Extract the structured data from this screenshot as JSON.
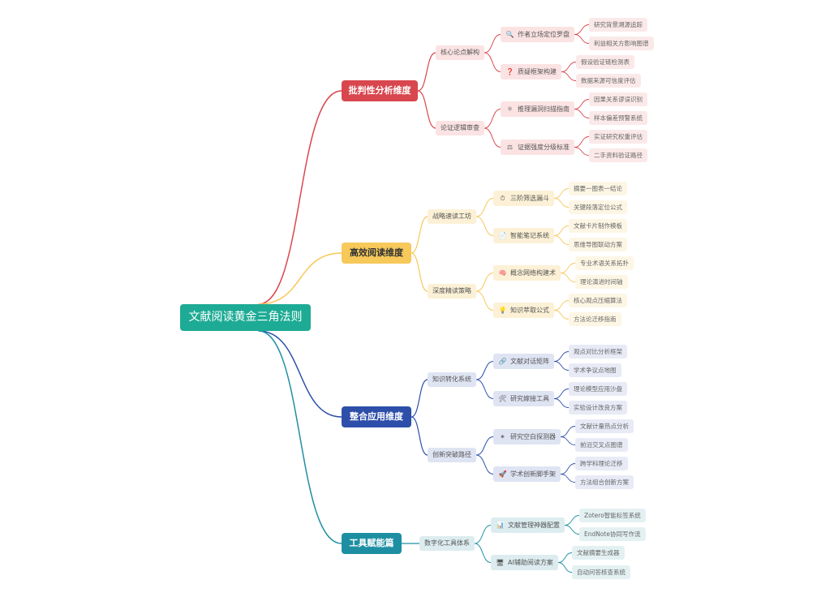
{
  "colors": {
    "root": "#1eab95",
    "branches": [
      "#d9474e",
      "#f7c85a",
      "#2d4fa9",
      "#1e8fa3"
    ],
    "subBg": [
      "#fbe3e3",
      "#fcf1d6",
      "#dfe4f3",
      "#dcecef"
    ],
    "leafBg": [
      "#fbe9e9",
      "#fdf6e5",
      "#e8ebf6",
      "#e4f1f3"
    ],
    "branchText": [
      "#ffffff",
      "#333333",
      "#ffffff",
      "#ffffff"
    ]
  },
  "root": {
    "label": "文献阅读黄金三角法则"
  },
  "branches": [
    {
      "label": "批判性分析维度",
      "children": [
        {
          "label": "核心论点解构",
          "children": [
            {
              "icon": "🔍",
              "label": "作者立场定位罗盘",
              "leaves": [
                "研究背景溯源追踪",
                "利益相关方影响图谱"
              ]
            },
            {
              "icon": "❓",
              "label": "质疑框架构建",
              "leaves": [
                "假设验证链检测表",
                "数据来源可信度评估"
              ]
            }
          ]
        },
        {
          "label": "论证逻辑审查",
          "children": [
            {
              "icon": "⚛",
              "label": "推理漏洞扫描指南",
              "leaves": [
                "因果关系谬误识别",
                "样本偏差预警系统"
              ]
            },
            {
              "icon": "⚖",
              "label": "证据强度分级标准",
              "leaves": [
                "实证研究权重评估",
                "二手资料验证路径"
              ]
            }
          ]
        }
      ]
    },
    {
      "label": "高效阅读维度",
      "children": [
        {
          "label": "战略速读工坊",
          "children": [
            {
              "icon": "⏱",
              "label": "三阶筛选漏斗",
              "leaves": [
                "摘要一图表一结论",
                "关键段落定位公式"
              ]
            },
            {
              "icon": "📄",
              "label": "智能笔记系统",
              "leaves": [
                "文献卡片制作模板",
                "思维导图联动方案"
              ]
            }
          ]
        },
        {
          "label": "深度精读策略",
          "children": [
            {
              "icon": "🧠",
              "label": "概念网络构建术",
              "leaves": [
                "专业术语关系拓扑",
                "理论演进时间轴"
              ]
            },
            {
              "icon": "💡",
              "label": "知识萃取公式",
              "leaves": [
                "核心观点压缩算法",
                "方法论迁移指南"
              ]
            }
          ]
        }
      ]
    },
    {
      "label": "整合应用维度",
      "children": [
        {
          "label": "知识转化系统",
          "children": [
            {
              "icon": "🔗",
              "label": "文献对话矩阵",
              "leaves": [
                "观点对比分析框架",
                "学术争议点地图"
              ]
            },
            {
              "icon": "🛠",
              "label": "研究嫁接工具",
              "leaves": [
                "理论模型应用沙盘",
                "实验设计改良方案"
              ]
            }
          ]
        },
        {
          "label": "创新突破路径",
          "children": [
            {
              "icon": "✴",
              "label": "研究空白探测器",
              "leaves": [
                "文献计量热点分析",
                "前沿交叉点图谱"
              ]
            },
            {
              "icon": "🚀",
              "label": "学术创新脚手架",
              "leaves": [
                "跨学科理论迁移",
                "方法组合创新方案"
              ]
            }
          ]
        }
      ]
    },
    {
      "label": "工具赋能篇",
      "children": [
        {
          "label": "数字化工具体系",
          "children": [
            {
              "icon": "📊",
              "label": "文献管理神器配置",
              "leaves": [
                "Zotero智能标签系统",
                "EndNote协同写作流"
              ]
            },
            {
              "icon": "🖥",
              "label": "AI辅助阅读方案",
              "leaves": [
                "文献摘要生成器",
                "自动问答核查系统"
              ]
            }
          ]
        }
      ]
    }
  ]
}
